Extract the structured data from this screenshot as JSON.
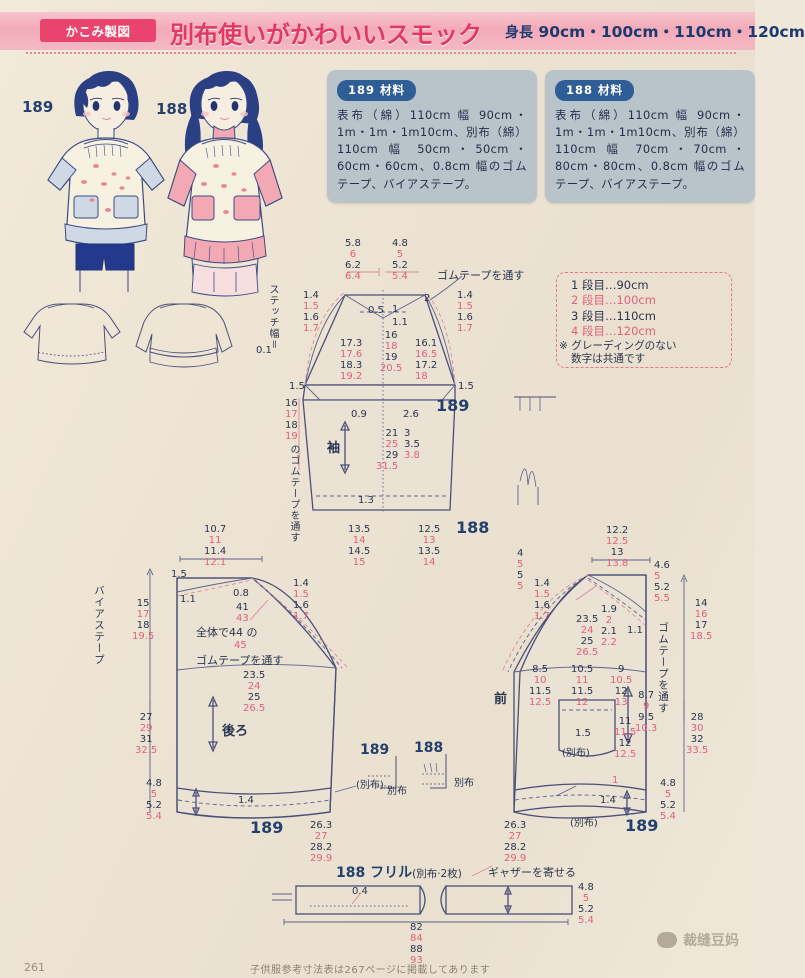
{
  "banner": {
    "tag": "かこみ製図",
    "title": "別布使いがかわいいスモック",
    "size_label": "身長",
    "sizes": "90cm・100cm・110cm・120cm"
  },
  "materials": [
    {
      "chip": "189 材料",
      "text": "表布（綿）110cm 幅 90cm・1m・1m・1m10cm、別布（綿）110cm 幅 50cm・50cm・60cm・60cm、0.8cm 幅のゴムテープ、バイアステープ。"
    },
    {
      "chip": "188 材料",
      "text": "表布（綿）110cm 幅 90cm・1m・1m・1m10cm、別布（綿）110cm 幅 70cm・70cm・80cm・80cm、0.8cm 幅のゴムテープ、バイアステープ。"
    }
  ],
  "legend": {
    "rows": [
      "1 段目…90cm",
      "2 段目…100cm",
      "3 段目…110cm",
      "4 段目…120cm"
    ],
    "note_line1": "※ グレーディングのない",
    "note_line2": "数字は共通です"
  },
  "figures": {
    "left_id": "189",
    "right_id": "188",
    "stitch_note": "ステッチ幅＝\n0.1"
  },
  "sleeve": {
    "title": "袖",
    "id_top": "189",
    "id_bottom": "188",
    "elastic_note": "ゴムテープを通す",
    "top_left_w": [
      "5.8",
      "6",
      "6.2",
      "6.4"
    ],
    "top_right_w": [
      "4.8",
      "5",
      "5.2",
      "5.4"
    ],
    "left_cap": [
      "1.4",
      "1.5",
      "1.6",
      "1.7"
    ],
    "right_cap": [
      "1.4",
      "1.5",
      "1.6",
      "1.7"
    ],
    "left_slope": [
      "17.3",
      "17.6",
      "18.3",
      "19.2"
    ],
    "center_h": [
      "16",
      "18",
      "19",
      "20.5"
    ],
    "right_slope": [
      "16.1",
      "16.5",
      "17.2",
      "18"
    ],
    "cap_small": [
      "0.5",
      "1",
      "1.1",
      "2"
    ],
    "side_left_edge": "1.5",
    "side_right_edge": "1.5",
    "elastic_left_stack": [
      "16",
      "17",
      "18",
      "19"
    ],
    "elastic_left_vert": "のゴムテープを通す",
    "under_top_left": "0.9",
    "under_top_right": "2.6",
    "center_mid": [
      "21",
      "25",
      "29",
      "31.5"
    ],
    "right_mid": [
      "3",
      "3.5",
      "3.8"
    ],
    "hem_note": "1.3",
    "hem_left": [
      "13.5",
      "14",
      "14.5",
      "15"
    ],
    "hem_right": [
      "12.5",
      "13",
      "13.5",
      "14"
    ]
  },
  "back": {
    "title": "後ろ",
    "id": "189",
    "bias_label": "バイアステープ",
    "top_width": [
      "10.7",
      "11",
      "11.4",
      "12.1"
    ],
    "shoulder_rise": "1.5",
    "shoulder_small": "1.1",
    "neck_small": "0.8",
    "elastic_total": [
      "41",
      "43",
      "44",
      "45"
    ],
    "elastic_text_1": "全体で",
    "elastic_text_2": "の",
    "elastic_text_3": "ゴムテープを通す",
    "arm_cap": [
      "1.4",
      "1.5",
      "1.6",
      "1.7"
    ],
    "left_height": [
      "15",
      "17",
      "18",
      "19.5"
    ],
    "chest": [
      "23.5",
      "24",
      "25",
      "26.5"
    ],
    "body_height": [
      "27",
      "29",
      "31",
      "32.5"
    ],
    "hem_band": [
      "4.8",
      "5",
      "5.2",
      "5.4"
    ],
    "hem_band_inner": "1.4",
    "hem_width": [
      "26.3",
      "27",
      "28.2",
      "29.9"
    ],
    "betsu_label": "(別布)"
  },
  "front": {
    "title": "前",
    "id": "189",
    "top_left_small": [
      "4",
      "5",
      "5",
      "5"
    ],
    "top_width": [
      "12.2",
      "12.5",
      "13",
      "13.8"
    ],
    "neck_right": [
      "4.6",
      "5",
      "5.2",
      "5.5"
    ],
    "right_height": [
      "14",
      "16",
      "17",
      "18.5"
    ],
    "arm_cap": [
      "1.4",
      "1.5",
      "1.6",
      "1.7"
    ],
    "chest": [
      "23.5",
      "24",
      "25",
      "26.5"
    ],
    "neck_curve": [
      "1.9",
      "2",
      "2.1",
      "2.2"
    ],
    "small_11": "1.1",
    "pocket_pos_left": [
      "8.5",
      "10",
      "11.5",
      "12.5"
    ],
    "pocket_pos_mid": [
      "10.5",
      "11",
      "11.5",
      "12"
    ],
    "pocket_pos_right": [
      "9",
      "10.5",
      "12",
      "13"
    ],
    "pocket_drop": [
      "8.7",
      "9",
      "9.5",
      "10.3"
    ],
    "pocket_h": [
      "11",
      "11.5",
      "12",
      "12.5"
    ],
    "pocket_inner": "1.5",
    "pocket_betsu": "(別布)",
    "pocket_corner": "1",
    "elastic_vert": "ゴムテープを通す",
    "body_height": [
      "28",
      "30",
      "32",
      "33.5"
    ],
    "hem_band": [
      "4.8",
      "5",
      "5.2",
      "5.4"
    ],
    "hem_band_inner": "1.4",
    "hem_width": [
      "26.3",
      "27",
      "28.2",
      "29.9"
    ],
    "betsu_label": "(別布)"
  },
  "small_parts": {
    "left_id": "189",
    "right_id": "188",
    "betsu_left": "別布",
    "betsu_right": "別布"
  },
  "frill": {
    "title": "188 フリル",
    "subtitle": "(別布·2枚)",
    "gather_note": "ギャザーを寄せる",
    "seam": "0.4",
    "length": [
      "82",
      "84",
      "88",
      "93"
    ],
    "height": [
      "4.8",
      "5",
      "5.2",
      "5.4"
    ]
  },
  "footer": {
    "page": "261",
    "note": "子供服参考寸法表は267ページに掲載してあります",
    "watermark": "裁缝豆妈"
  }
}
